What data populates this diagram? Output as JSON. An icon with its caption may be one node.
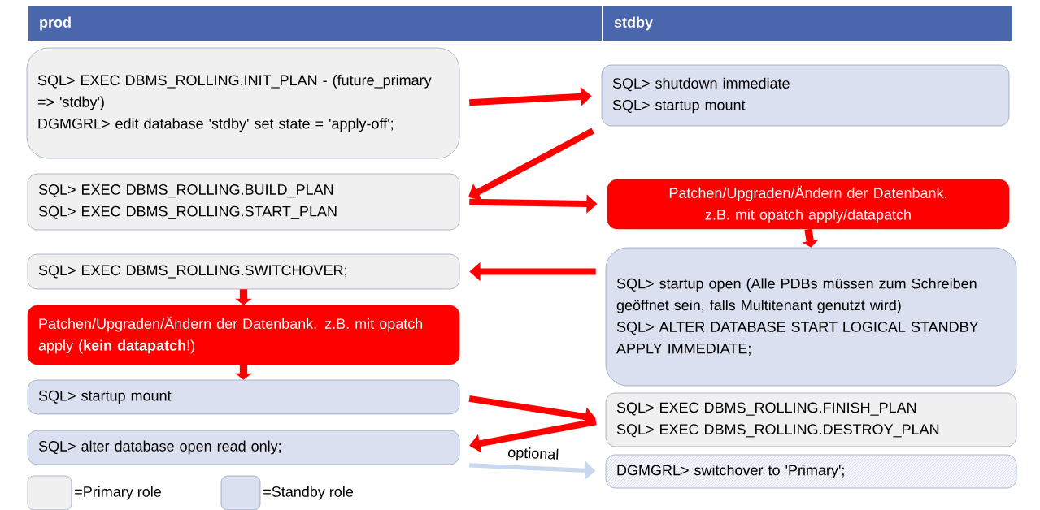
{
  "diagram": {
    "nodes": [
      {
        "text": [
          "prod"
        ]
      },
      {
        "text": [
          "stdby"
        ]
      },
      {
        "text": [
          "SQL> EXEC DBMS_ROLLING.INIT_PLAN - (future_primary => 'stdby')",
          "DGMGRL> edit database 'stdby' set state = 'apply-off';"
        ]
      },
      {
        "text": [
          "SQL> shutdown immediate",
          "SQL> startup mount"
        ]
      },
      {
        "text": [
          "SQL> EXEC DBMS_ROLLING.BUILD_PLAN",
          "SQL> EXEC DBMS_ROLLING.START_PLAN"
        ]
      },
      {
        "text": [
          "Patchen/Upgraden/Ändern der Datenbank. z.B. mit opatch apply/datapatch"
        ]
      },
      {
        "text": [
          "SQL> EXEC DBMS_ROLLING.SWITCHOVER;"
        ]
      },
      {
        "text": [
          "SQL> startup open (Alle PDBs müssen zum Schreiben geöffnet sein, falls Multitenant genutzt wird)",
          "SQL> ALTER DATABASE START LOGICAL STANDBY APPLY IMMEDIATE;"
        ]
      },
      {
        "text": [
          "Patchen/Upgraden/Ändern der Datenbank. z.B. mit opatch apply  (**kein datapatch**!)"
        ]
      },
      {
        "text": [
          "SQL> startup mount"
        ]
      },
      {
        "text": [
          "SQL> EXEC DBMS_ROLLING.FINISH_PLAN",
          "SQL> EXEC DBMS_ROLLING.DESTROY_PLAN"
        ]
      },
      {
        "text": [
          "SQL> alter database open read only;"
        ]
      },
      {
        "text": [
          "DGMGRL> switchover to 'Primary';"
        ]
      }
    ],
    "edges": [
      {
        "from": 2,
        "to": 3,
        "arrow": "to"
      },
      {
        "from": 3,
        "to": 4,
        "arrow": "to"
      },
      {
        "from": 4,
        "to": 5,
        "arrow": "to"
      },
      {
        "from": 5,
        "to": 7,
        "arrow": "to"
      },
      {
        "from": 7,
        "to": 6,
        "arrow": "to"
      },
      {
        "from": 6,
        "to": 8,
        "arrow": "to"
      },
      {
        "from": 8,
        "to": 9,
        "arrow": "to"
      },
      {
        "from": 9,
        "to": 10,
        "arrow": "to"
      },
      {
        "from": 10,
        "to": 11,
        "arrow": "to"
      },
      {
        "from": 11,
        "to": 12,
        "arrow": "to",
        "label": "optional",
        "color": "#c9d8ee"
      }
    ],
    "legend": [
      {
        "text": "=Primary role",
        "color": "#f0f0f0"
      },
      {
        "text": "=Standby role",
        "color": "#dae0ef"
      }
    ]
  }
}
